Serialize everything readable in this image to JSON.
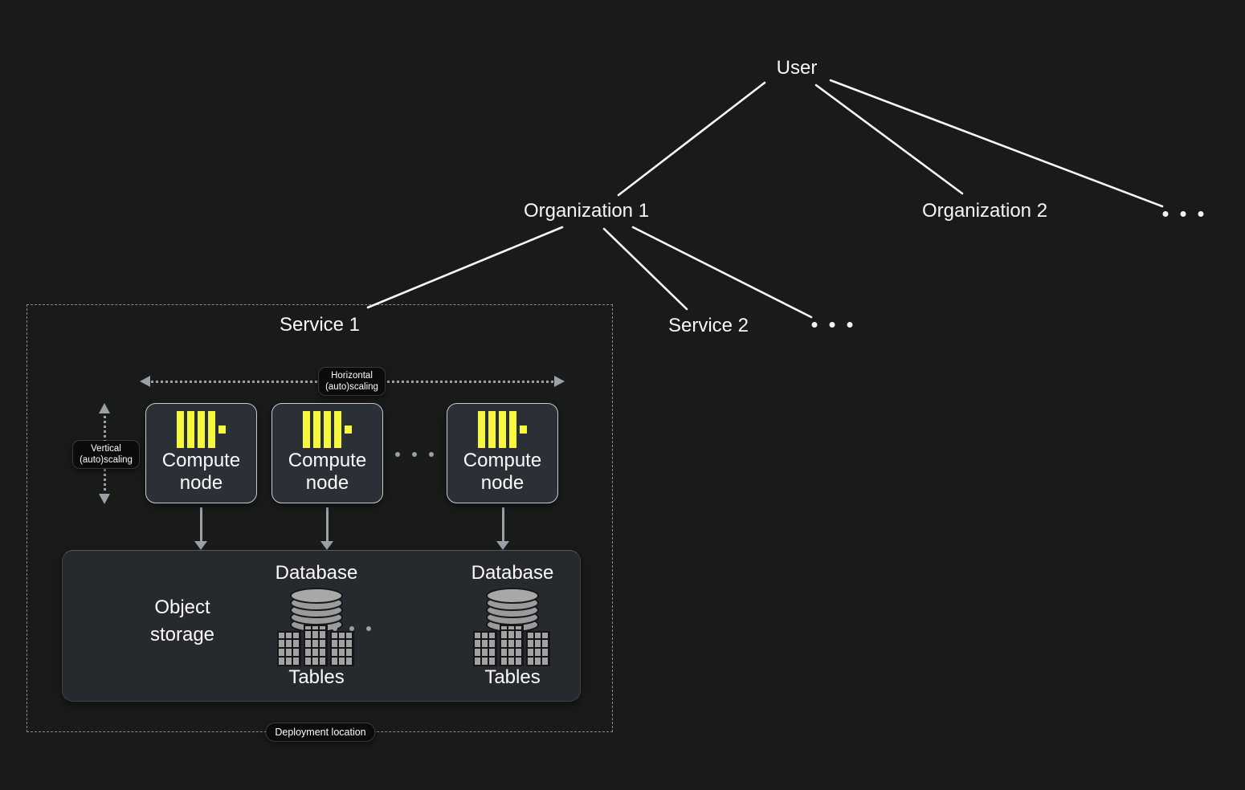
{
  "colors": {
    "background": "#191a1a",
    "text": "#f5f5f5",
    "accent_yellow": "#f6f73e",
    "muted_grey": "#9aa0a4",
    "node_background": "#2b2f36",
    "node_border": "#c6cacf",
    "storage_background": "#26292e",
    "dashed_border": "#8a8a8a"
  },
  "tree": {
    "user_label": "User",
    "organization1_label": "Organization 1",
    "organization2_label": "Organization 2",
    "organizations_ellipsis": "...",
    "service2_label": "Service 2",
    "services_ellipsis": "..."
  },
  "service1": {
    "title": "Service 1",
    "horizontal_scaling": {
      "line1": "Horizontal",
      "line2": "(auto)scaling"
    },
    "vertical_scaling": {
      "line1": "Vertical",
      "line2": "(auto)scaling"
    },
    "compute_nodes": [
      {
        "label": "Compute node"
      },
      {
        "label": "Compute node"
      },
      {
        "label": "Compute node"
      }
    ],
    "compute_nodes_ellipsis": "...",
    "storage": {
      "object_storage_label": "Object storage",
      "databases": [
        {
          "label": "Database",
          "tables_label": "Tables"
        },
        {
          "label": "Database",
          "tables_label": "Tables"
        }
      ],
      "databases_ellipsis": "..."
    },
    "deployment_label": "Deployment location"
  }
}
